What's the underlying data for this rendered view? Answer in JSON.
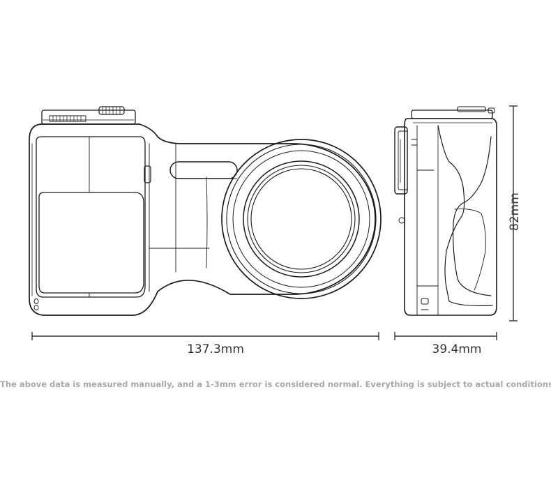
{
  "dimensions": {
    "width": "137.3mm",
    "depth": "39.4mm",
    "height": "82mm"
  },
  "disclaimer": "The above data is measured manually, and a 1-3mm error is considered normal. Everything is subject to actual conditions",
  "colors": {
    "line": "#1a1a1a",
    "dimension_line": "#333333",
    "disclaimer_text": "#a8a8a8",
    "background": "#ffffff"
  }
}
